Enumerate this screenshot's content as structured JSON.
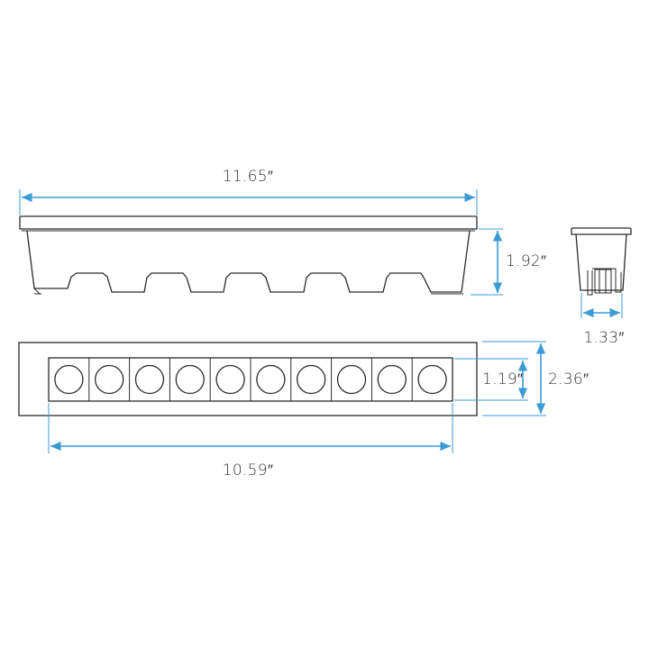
{
  "dimensions": {
    "overall_length": "11.65″",
    "height": "1.92″",
    "depth": "1.33″",
    "inner_width": "1.19″",
    "outer_width": "2.36″",
    "inner_length": "10.59″"
  },
  "led_count": 10,
  "colors": {
    "outline": "#2b2b2b",
    "dimension": "#3a9bd5"
  }
}
